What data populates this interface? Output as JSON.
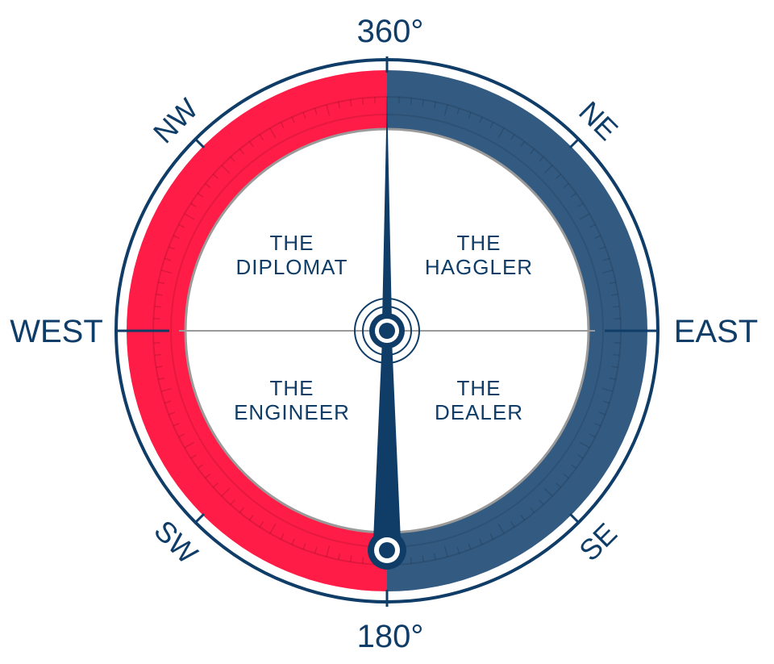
{
  "colors": {
    "navy": "#0f3d68",
    "blue_ring": "#335b82",
    "red_ring": "#ff1c46",
    "gray_line": "#9a9a9a"
  },
  "directions": {
    "north": "360°",
    "south": "180°",
    "west": "WEST",
    "east": "EAST",
    "nw": "NW",
    "ne": "NE",
    "sw": "SW",
    "se": "SE"
  },
  "quadrants": {
    "top_left": [
      "THE",
      "DIPLOMAT"
    ],
    "top_right": [
      "THE",
      "HAGGLER"
    ],
    "bottom_left": [
      "THE",
      "ENGINEER"
    ],
    "bottom_right": [
      "THE",
      "DEALER"
    ]
  },
  "icons": {
    "needle": "compass-needle-icon",
    "center": "center-pivot-icon",
    "tail": "needle-tail-icon"
  }
}
